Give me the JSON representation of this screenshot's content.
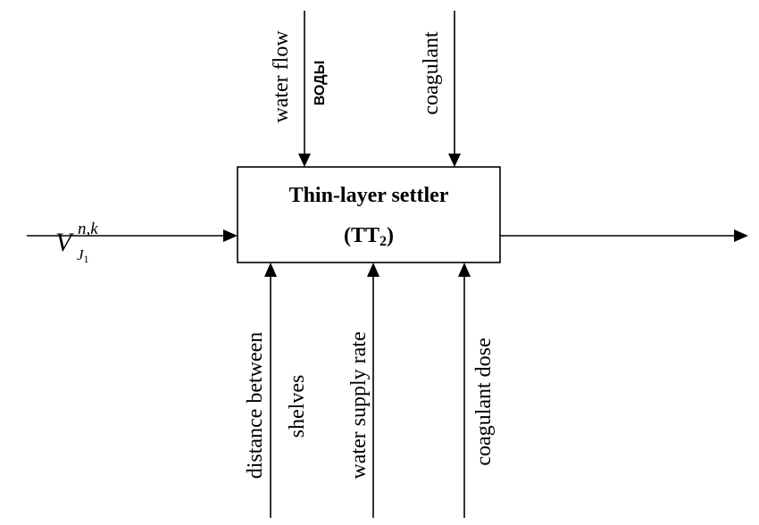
{
  "block": {
    "title": "Thin-layer settler",
    "code_open": "(TT",
    "code_sub": "2",
    "code_close": ")"
  },
  "inputs_top": {
    "water_flow": "water flow",
    "water_flow_extra": "ВОДЫ",
    "coagulant": "coagulant"
  },
  "controls_bottom": {
    "distance_line1": "distance between",
    "distance_line2": "shelves",
    "water_supply_rate": "water supply rate",
    "coagulant_dose": "coagulant dose"
  },
  "input_variable": {
    "symbol": "V",
    "superscript": "n,k",
    "subscript_letter": "J",
    "subscript_index": "1"
  }
}
